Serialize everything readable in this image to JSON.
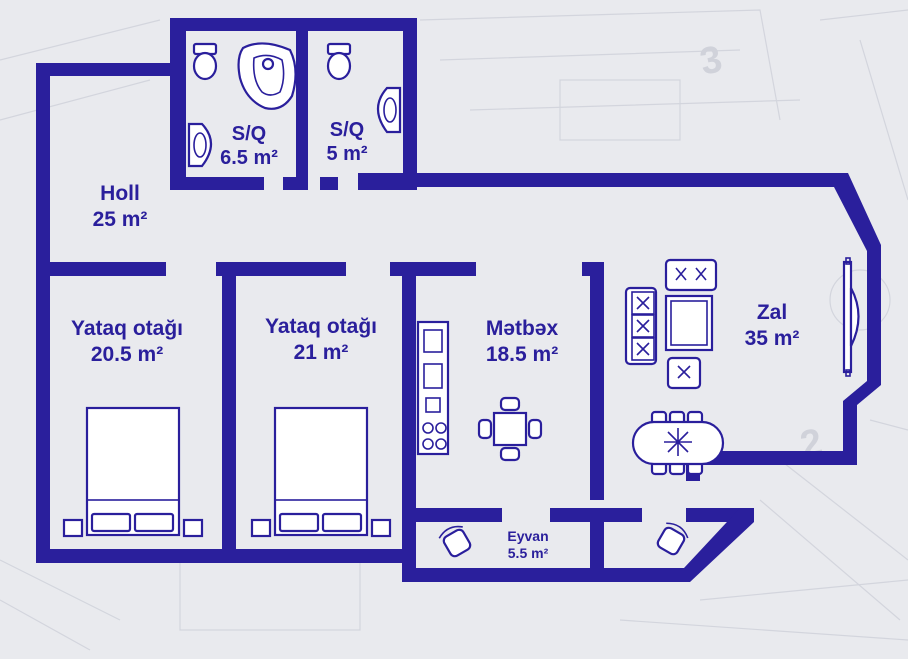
{
  "rooms": [
    {
      "id": "holl",
      "name": "Holl",
      "area": "25 m²"
    },
    {
      "id": "sq1",
      "name": "S/Q",
      "area": "6.5 m²"
    },
    {
      "id": "sq2",
      "name": "S/Q",
      "area": "5 m²"
    },
    {
      "id": "bed1",
      "name": "Yataq otağı",
      "area": "20.5 m²"
    },
    {
      "id": "bed2",
      "name": "Yataq otağı",
      "area": "21 m²"
    },
    {
      "id": "kitchen",
      "name": "Mətbəx",
      "area": "18.5 m²"
    },
    {
      "id": "zal",
      "name": "Zal",
      "area": "35 m²"
    },
    {
      "id": "eyvan",
      "name": "Eyvan",
      "area": "5.5 m²"
    }
  ],
  "background_marks": [
    "3",
    "2"
  ],
  "colors": {
    "wall": "#2a1f9c",
    "background": "#e9eaee"
  }
}
